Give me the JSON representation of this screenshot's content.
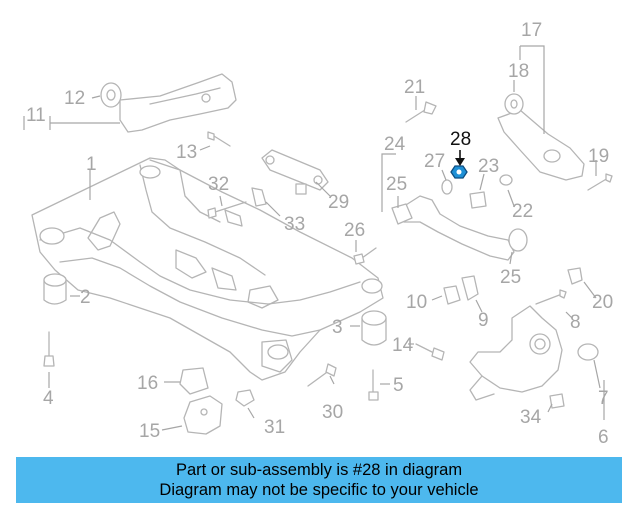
{
  "diagram": {
    "callouts": {
      "c1": "1",
      "c2": "2",
      "c3": "3",
      "c4": "4",
      "c5": "5",
      "c6": "6",
      "c7": "7",
      "c8": "8",
      "c9": "9",
      "c10": "10",
      "c11": "11",
      "c12": "12",
      "c13": "13",
      "c14": "14",
      "c15": "15",
      "c16": "16",
      "c17": "17",
      "c18": "18",
      "c19": "19",
      "c20": "20",
      "c21": "21",
      "c22": "22",
      "c23": "23",
      "c24": "24",
      "c25a": "25",
      "c25b": "25",
      "c26": "26",
      "c27": "27",
      "c28": "28",
      "c29": "29",
      "c30": "30",
      "c31": "31",
      "c32": "32",
      "c33": "33",
      "c34": "34"
    },
    "highlighted_part": "28",
    "colors": {
      "line": "#b5b5b5",
      "highlight_part": "#1e90d6",
      "banner": "#4db8ee"
    }
  },
  "banner": {
    "line1": "Part or sub-assembly is #28 in diagram",
    "line2": "Diagram may not be specific to your vehicle"
  }
}
